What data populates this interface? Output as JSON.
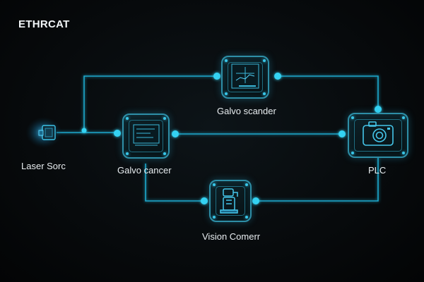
{
  "title": "ETHRCAT",
  "nodes": {
    "laser_source": {
      "label": "Laser Sorc",
      "icon": "laser-emitter-icon"
    },
    "galvo_scanner_top": {
      "label": "Galvo scander",
      "icon": "oscilloscope-screen-icon"
    },
    "galvo_scanner_left": {
      "label": "Galvo cancer",
      "icon": "monitor-screen-icon"
    },
    "plc": {
      "label": "PLC",
      "icon": "camera-icon"
    },
    "vision_camera": {
      "label": "Vision Comerr",
      "icon": "faucet-camera-icon"
    }
  },
  "colors": {
    "background": "#050708",
    "line": "#1fa8cc",
    "node_dot": "#34d4f4",
    "node_border": "#2e8ea6",
    "label_text": "#e8edf0"
  }
}
